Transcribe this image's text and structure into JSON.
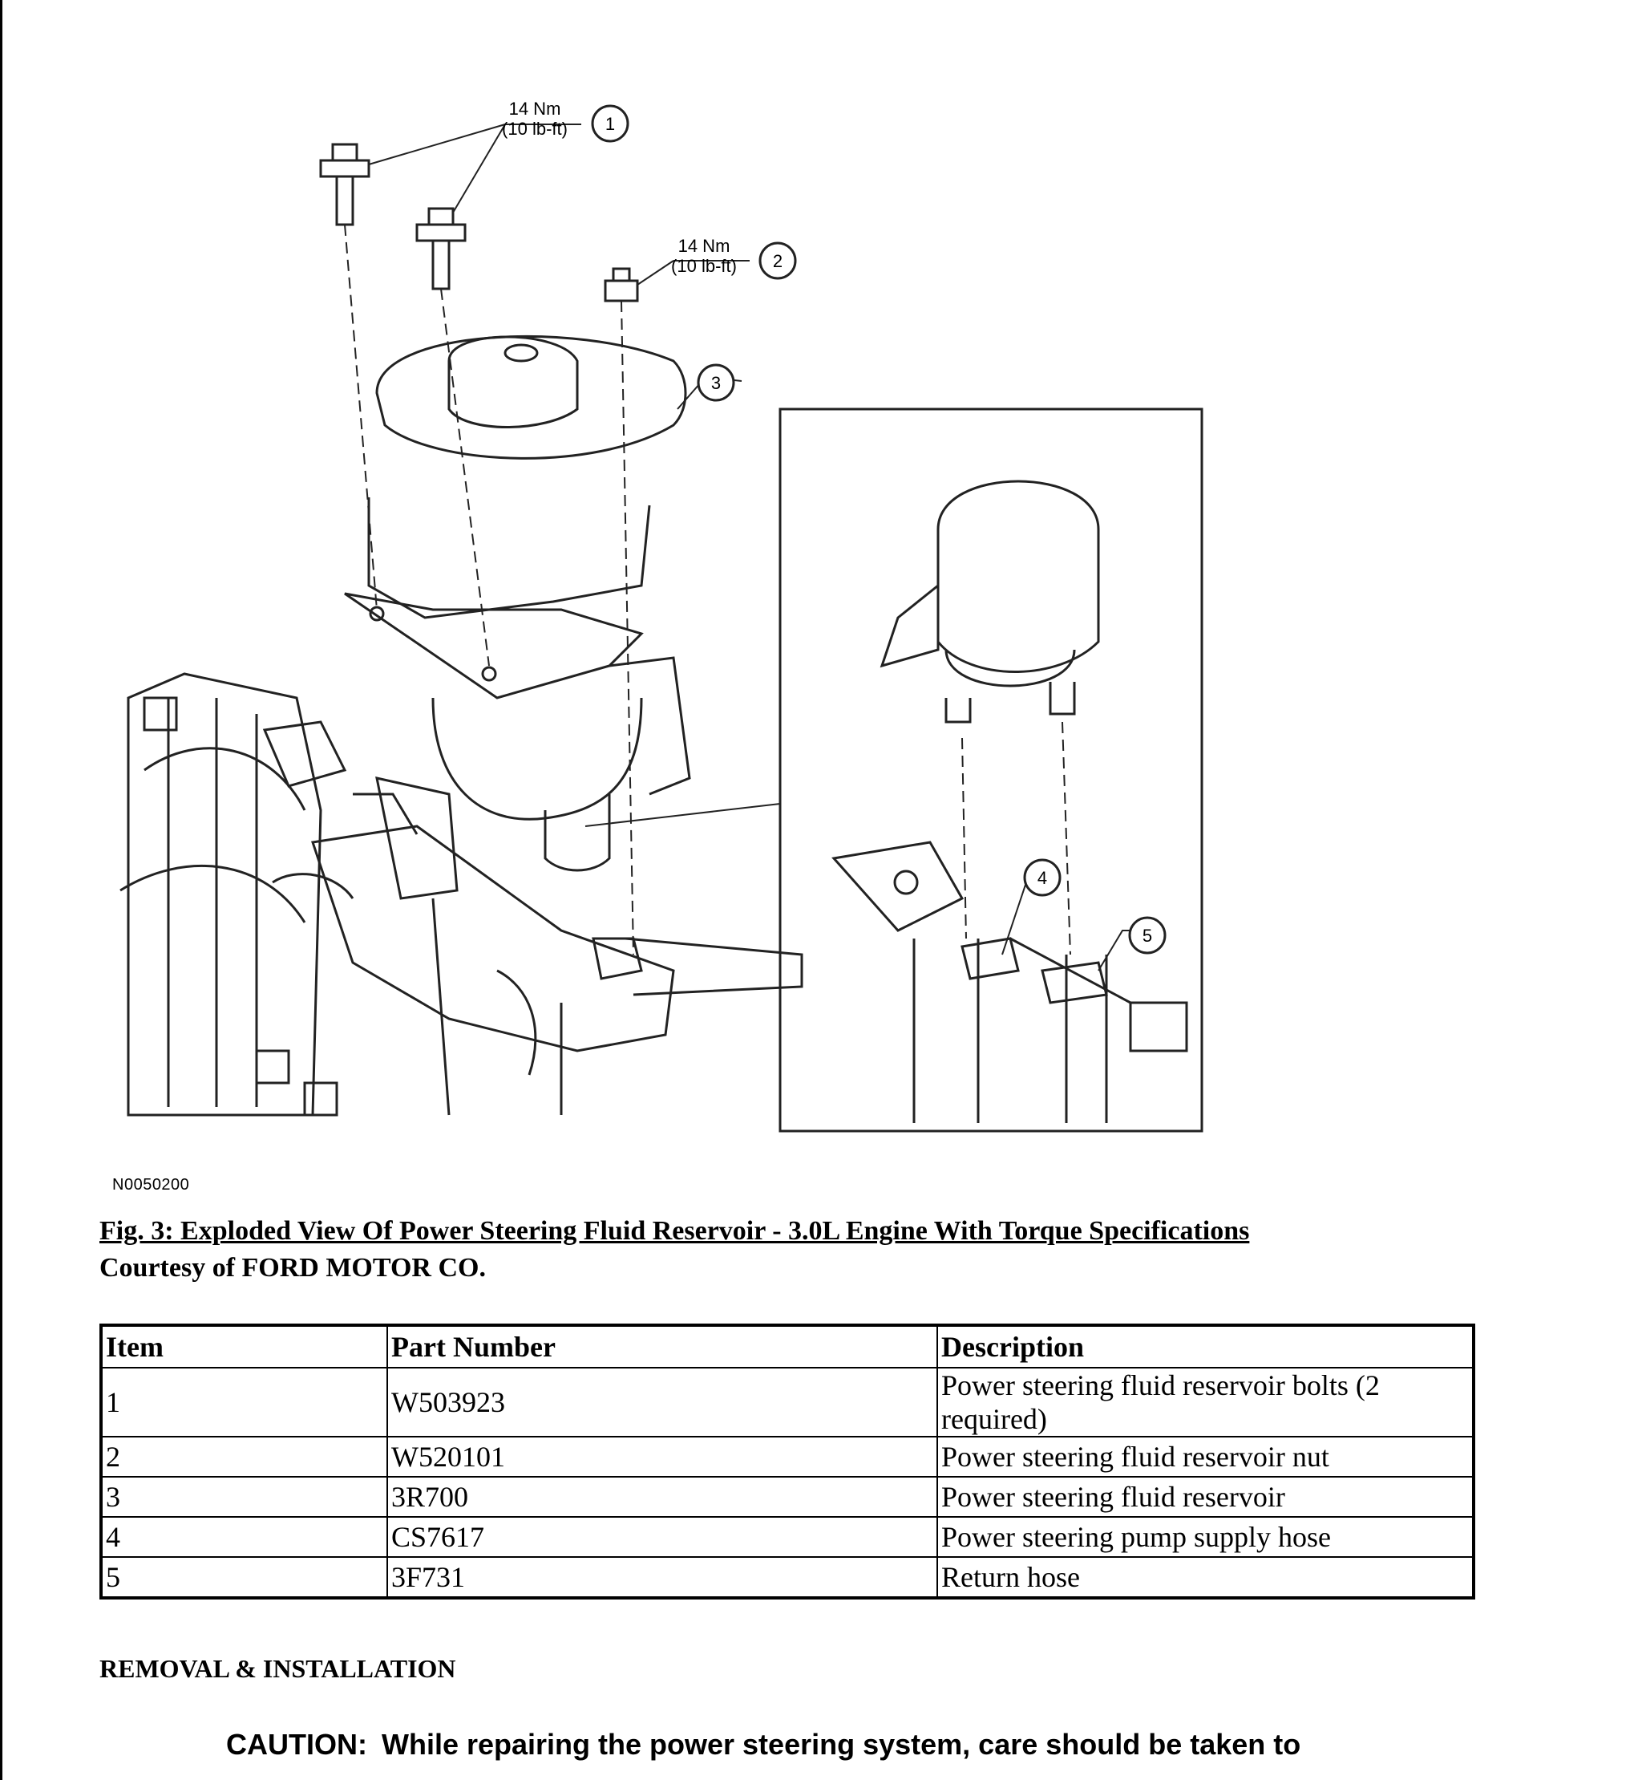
{
  "figure": {
    "callouts": {
      "c1": {
        "number": "1",
        "torque_nm": "14 Nm",
        "torque_lbft": "(10 lb-ft)"
      },
      "c2": {
        "number": "2",
        "torque_nm": "14 Nm",
        "torque_lbft": "(10 lb-ft)"
      },
      "c3": {
        "number": "3"
      },
      "c4": {
        "number": "4"
      },
      "c5": {
        "number": "5"
      }
    },
    "code": "N0050200"
  },
  "caption": {
    "title": "Fig. 3: Exploded View Of Power Steering Fluid Reservoir - 3.0L Engine With Torque Specifications",
    "courtesy": "Courtesy of FORD MOTOR CO."
  },
  "table": {
    "headers": {
      "item": "Item",
      "part": "Part Number",
      "description": "Description"
    },
    "rows": [
      {
        "item": "1",
        "part": "W503923",
        "description": "Power steering fluid reservoir bolts (2 required)"
      },
      {
        "item": "2",
        "part": "W520101",
        "description": "Power steering fluid reservoir nut"
      },
      {
        "item": "3",
        "part": "3R700",
        "description": "Power steering fluid reservoir"
      },
      {
        "item": "4",
        "part": "CS7617",
        "description": "Power steering pump supply hose"
      },
      {
        "item": "5",
        "part": "3F731",
        "description": "Return hose"
      }
    ]
  },
  "section": {
    "heading": "REMOVAL & INSTALLATION",
    "caution_label": "CAUTION:",
    "caution_text": "While repairing the power steering system, care should be taken to"
  }
}
